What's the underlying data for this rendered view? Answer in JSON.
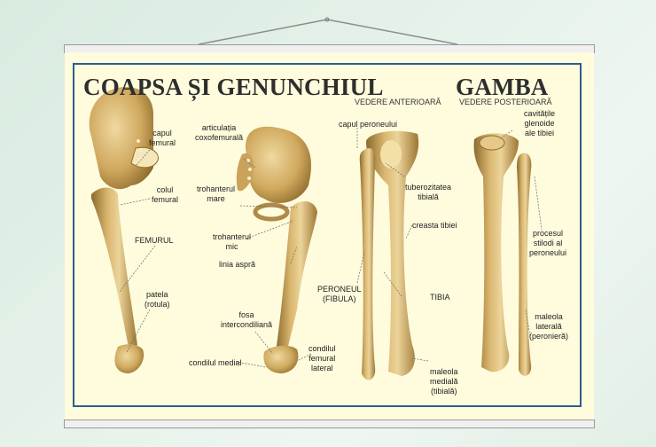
{
  "poster": {
    "colors": {
      "background": "#dfeee5",
      "paper": "#fffbdd",
      "frame": "#2d5f8a",
      "rod": "#f0f0f0",
      "bone": "#c9a35a",
      "title": "#2e2e2e"
    },
    "left_section": {
      "title": "COAPSA ȘI GENUNCHIUL",
      "subtitle": "VEDERE ANTERIOARĂ"
    },
    "right_section": {
      "title": "GAMBA",
      "subtitle": "VEDERE POSTERIOARĂ"
    },
    "labels": {
      "capul_femural": "capul\nfemural",
      "colul_femural": "colul\nfemural",
      "femurul": "FEMURUL",
      "patela": "patela\n(rotula)",
      "articulatia": "articulația\ncoxofemurală",
      "trohanterul_mare": "trohanterul\nmare",
      "trohanterul_mic": "trohanterul\nmic",
      "linia_aspra": "linia aspră",
      "fosa": "fosa\nintercondiliană",
      "condilul_medial": "condilul medial",
      "condilul_lateral": "condilul\nfemural\nlateral",
      "capul_peroneului": "capul peroneului",
      "tuberozitatea": "tuberozitatea\ntibială",
      "creasta": "creasta tibiei",
      "peroneul": "PERONEUL\n(FIBULA)",
      "tibia": "TIBIA",
      "maleola_mediala": "maleola\nmedială\n(tibială)",
      "cavitatile": "cavitățile\nglenoide\nale tibiei",
      "procesul": "procesul\nstilodi al\nperoneului",
      "maleola_laterala": "maleola\nlaterală\n(peronieră)"
    }
  }
}
